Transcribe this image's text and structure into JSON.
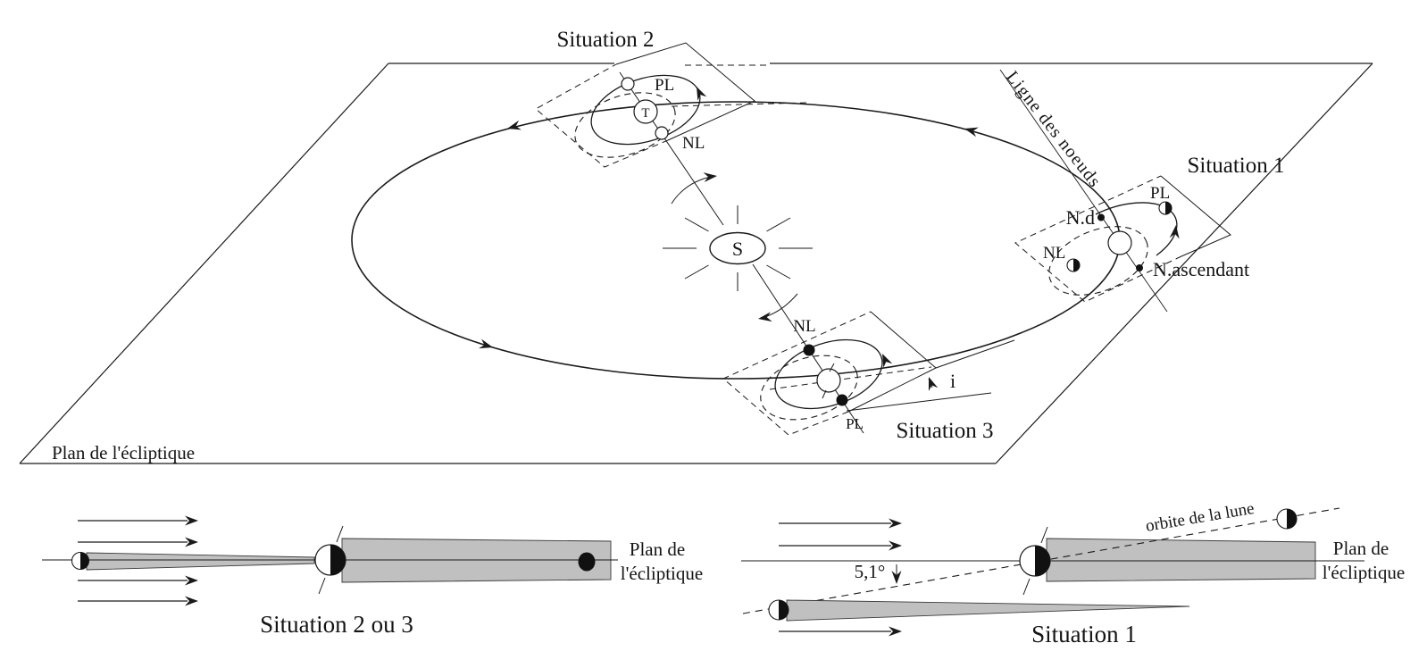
{
  "colors": {
    "shadow_gray": "#c0c0c0",
    "ink": "#1a1a1a"
  },
  "ecliptic": {
    "plane_label": "Plan de l'écliptique"
  },
  "sun": {
    "label": "S"
  },
  "nodes_line": {
    "label": "Ligne des noeuds"
  },
  "situation1": {
    "title": "Situation 1",
    "pl_label": "PL",
    "nl_label": "NL",
    "descending_node_label": "N.d",
    "ascending_node_label": "N.ascendant"
  },
  "situation2": {
    "title": "Situation 2",
    "earth_label": "T",
    "pl_label": "PL",
    "nl_label": "NL"
  },
  "situation3": {
    "title": "Situation 3",
    "pl_label": "PL",
    "nl_label": "NL",
    "inclination_label": "i"
  },
  "side_view_23": {
    "title": "Situation 2 ou 3",
    "plane_label_line1": "Plan de",
    "plane_label_line2": "l'écliptique"
  },
  "side_view_1": {
    "title": "Situation 1",
    "angle_label": "5,1°",
    "moon_orbit_label": "orbite de la lune",
    "plane_label_line1": "Plan de",
    "plane_label_line2": "l'écliptique"
  }
}
